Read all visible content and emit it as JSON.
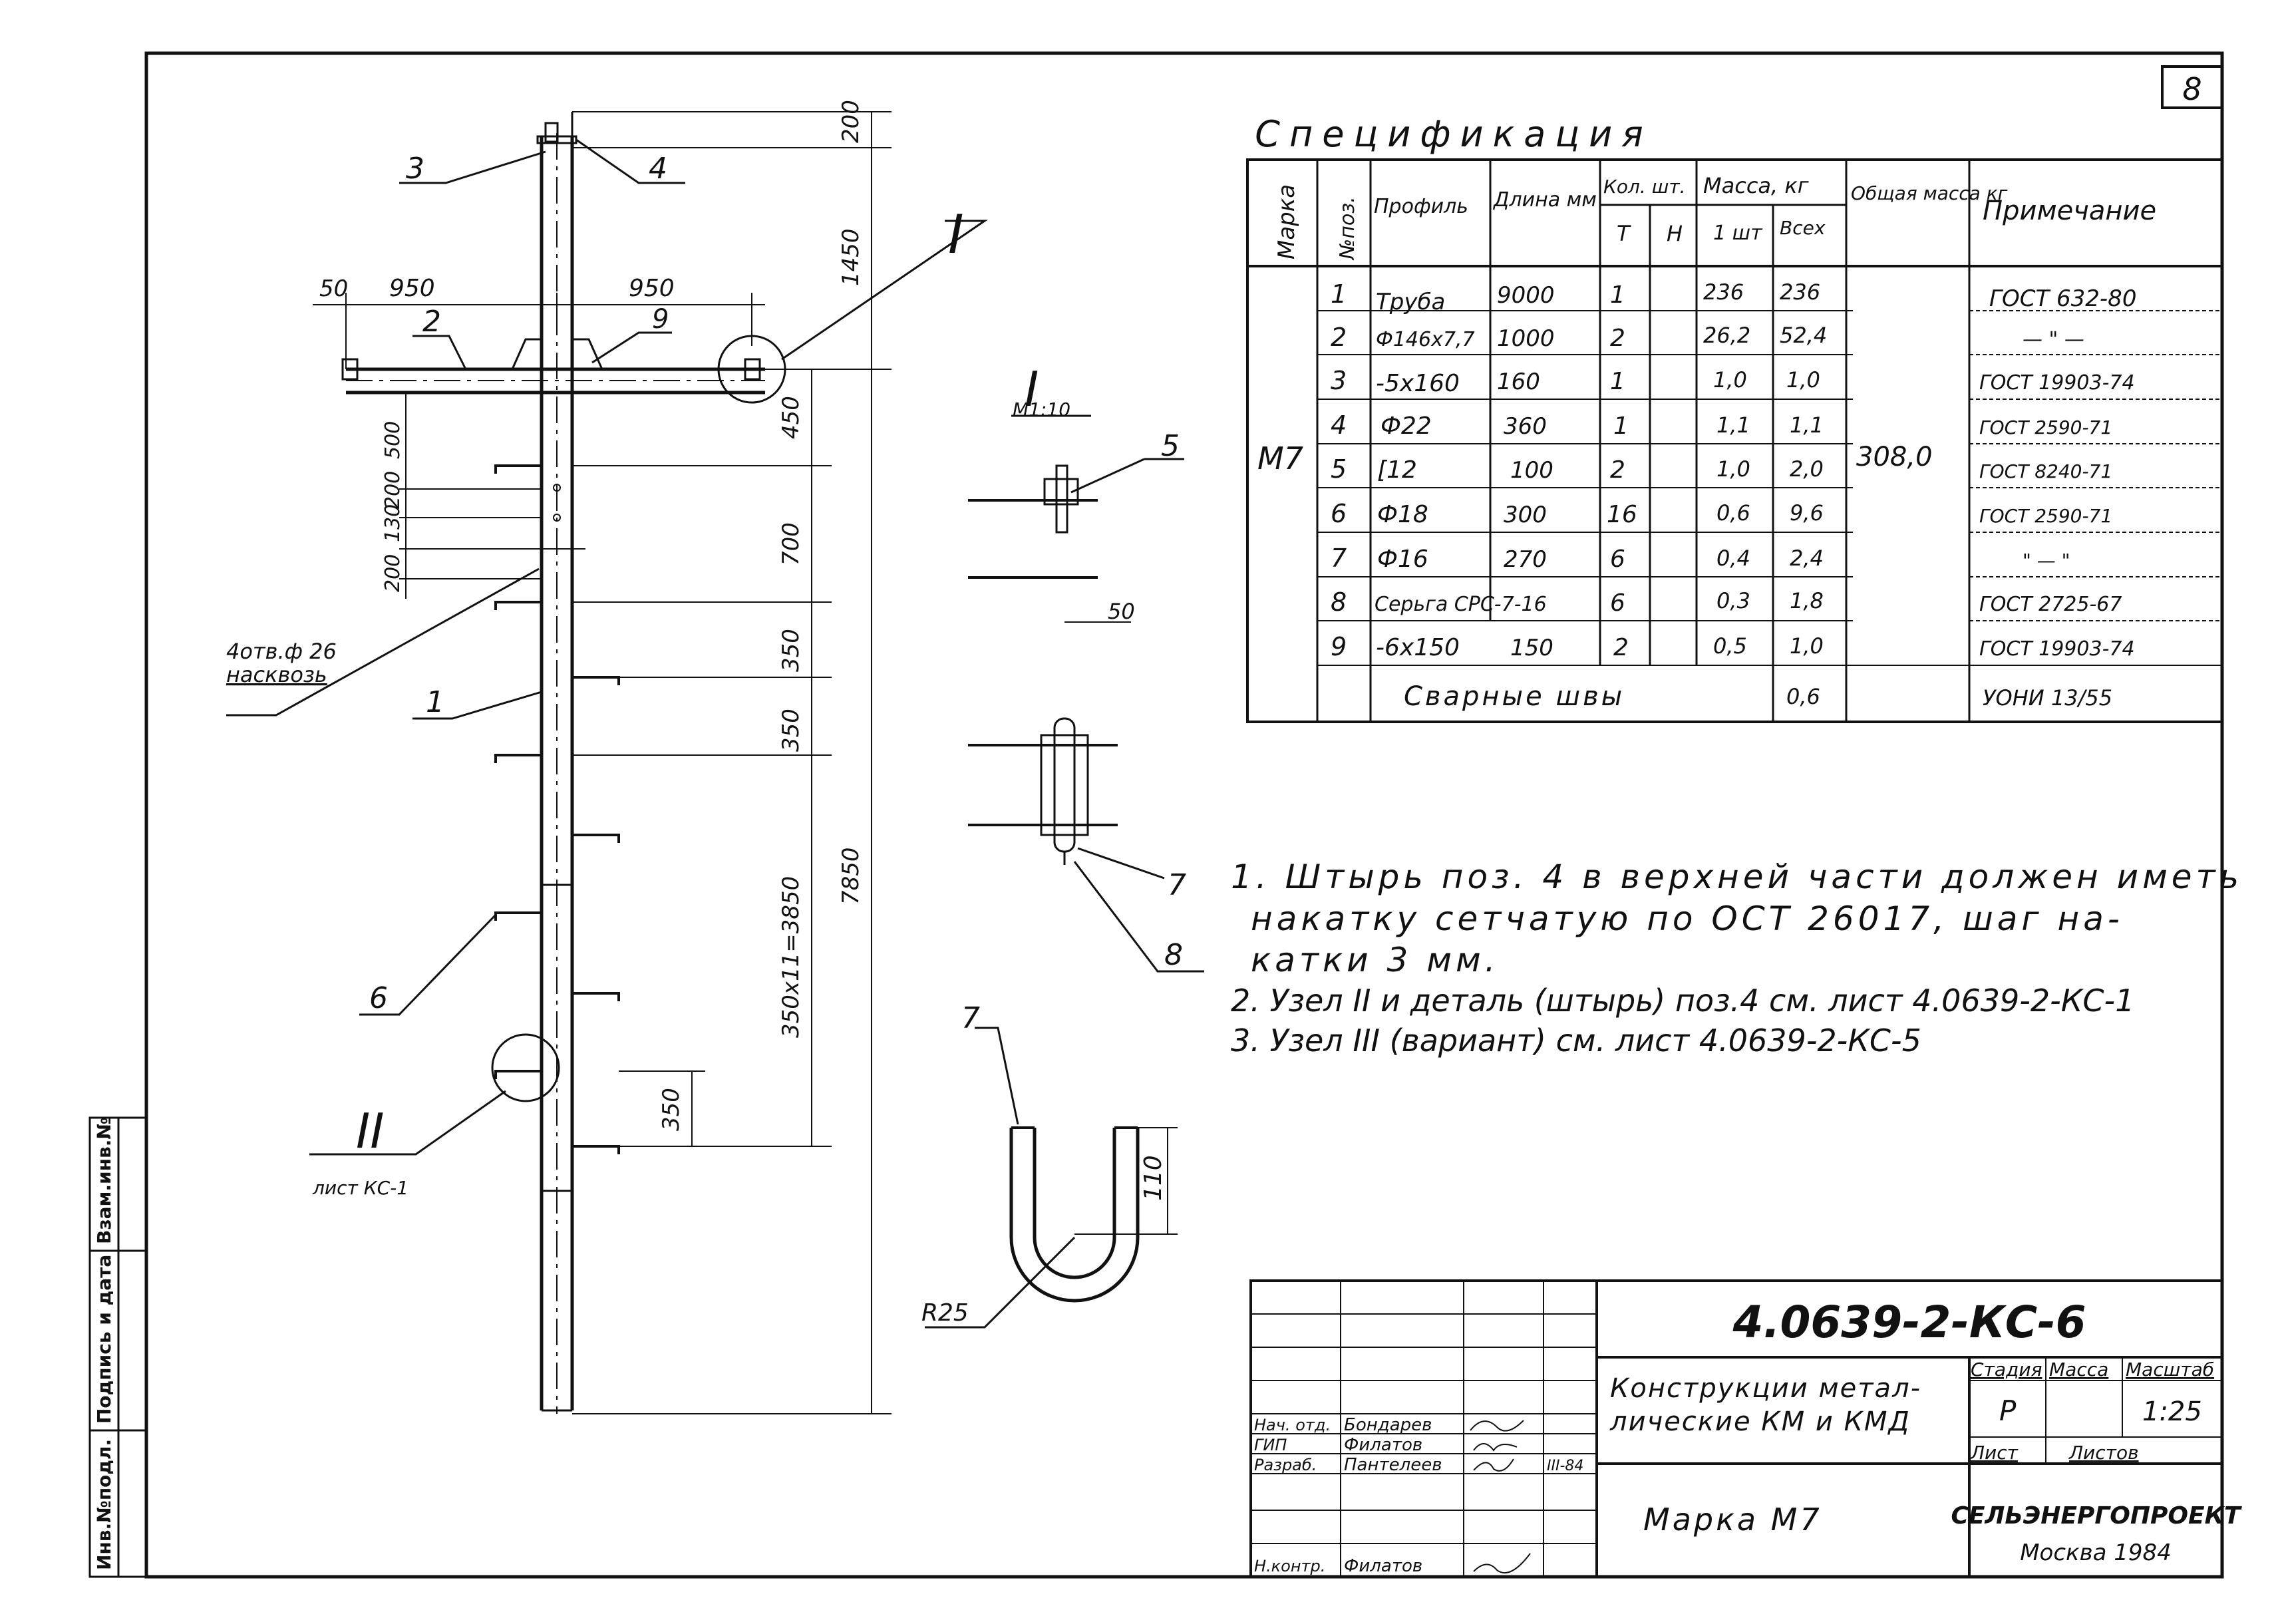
{
  "sheet_number": "8",
  "spec": {
    "title": "Спецификация",
    "headers": {
      "marka": "Марка",
      "pos": "№поз.",
      "profile": "Профиль",
      "length": "Длина мм",
      "qty": "Кол. шт.",
      "qty_t": "Т",
      "qty_n": "Н",
      "mass": "Масса, кг",
      "mass_one": "1 шт",
      "mass_all": "Всех",
      "total_mass": "Общая масса кг",
      "note": "Примечание"
    },
    "marka": "М7",
    "total_mass_value": "308,0",
    "rows": [
      {
        "pos": "1",
        "profile": "Труба",
        "length": "9000",
        "qty": "1",
        "one": "236",
        "all": "236",
        "note": "ГОСТ 632-80"
      },
      {
        "pos": "2",
        "profile": "Ф146х7,7",
        "length": "1000",
        "qty": "2",
        "one": "26,2",
        "all": "52,4",
        "note": "— \" —"
      },
      {
        "pos": "3",
        "profile": "-5х160",
        "length": "160",
        "qty": "1",
        "one": "1,0",
        "all": "1,0",
        "note": "ГОСТ 19903-74"
      },
      {
        "pos": "4",
        "profile": "Ф22",
        "length": "360",
        "qty": "1",
        "one": "1,1",
        "all": "1,1",
        "note": "ГОСТ 2590-71"
      },
      {
        "pos": "5",
        "profile": "[12",
        "length": "100",
        "qty": "2",
        "one": "1,0",
        "all": "2,0",
        "note": "ГОСТ 8240-71"
      },
      {
        "pos": "6",
        "profile": "Ф18",
        "length": "300",
        "qty": "16",
        "one": "0,6",
        "all": "9,6",
        "note": "ГОСТ 2590-71"
      },
      {
        "pos": "7",
        "profile": "Ф16",
        "length": "270",
        "qty": "6",
        "one": "0,4",
        "all": "2,4",
        "note": "\" — \""
      },
      {
        "pos": "8",
        "profile": "Серьга СРС-7-16",
        "length": "",
        "qty": "6",
        "one": "0,3",
        "all": "1,8",
        "note": "ГОСТ 2725-67"
      },
      {
        "pos": "9",
        "profile": "-6х150",
        "length": "150",
        "qty": "2",
        "one": "0,5",
        "all": "1,0",
        "note": "ГОСТ 19903-74"
      }
    ],
    "welds_label": "Сварные швы",
    "welds_value": "0,6",
    "welds_note": "УОНИ 13/55"
  },
  "notes": [
    "1. Штырь поз. 4 в верхней части должен иметь",
    "накатку сетчатую по ОСТ 26017, шаг на-",
    "катки 3 мм.",
    "2. Узел II и деталь (штырь) поз.4 см. лист 4.0639-2-КС-1",
    "3. Узел III (вариант) см. лист 4.0639-2-КС-5"
  ],
  "drawing": {
    "dims": {
      "d200": "200",
      "d1450": "1450",
      "d450": "450",
      "d700": "700",
      "d350a": "350",
      "d350b": "350",
      "d3850": "350х11=3850",
      "d7850": "7850",
      "d350c": "350",
      "d950a": "950",
      "d950b": "950",
      "d50": "50",
      "d500": "500",
      "d200b": "200",
      "d130": "130",
      "d200c": "200",
      "d50b": "50",
      "d110": "110",
      "r25": "R25"
    },
    "holes_label_1": "4отв.ф 26",
    "holes_label_2": "насквозь",
    "callouts": {
      "c1": "1",
      "c2": "2",
      "c3": "3",
      "c4": "4",
      "c5": "5",
      "c6": "6",
      "c7": "7",
      "c7b": "7",
      "c8": "8",
      "c9": "9"
    },
    "node_I": "I",
    "node_I_detail": "I",
    "node_I_scale": "М1:10",
    "node_II": "II",
    "node_II_ref": "лист КС-1"
  },
  "title_block": {
    "code": "4.0639-2-КС-6",
    "project_1": "Конструкции метал-",
    "project_2": "лические КМ и КМД",
    "sheet_name": "Марка М7",
    "stage_label": "Стадия",
    "mass_label": "Масса",
    "scale_label": "Масштаб",
    "stage": "Р",
    "scale": "1:25",
    "sheet_label": "Лист",
    "sheets_label": "Листов",
    "org": "СЕЛЬЭНЕРГОПРОЕКТ",
    "city_year": "Москва 1984",
    "roles": [
      {
        "role": "Нач. отд.",
        "name": "Бондарев",
        "date": ""
      },
      {
        "role": "ГИП",
        "name": "Филатов",
        "date": ""
      },
      {
        "role": "Разраб.",
        "name": "Пантелеев",
        "date": "III-84"
      },
      {
        "role": "Н.контр.",
        "name": "Филатов",
        "date": ""
      }
    ]
  },
  "side_stamp": {
    "inv_orig": "Инв.№подл.",
    "sign_date": "Подпись и дата",
    "inv_repl": "Взам.инв.№"
  }
}
